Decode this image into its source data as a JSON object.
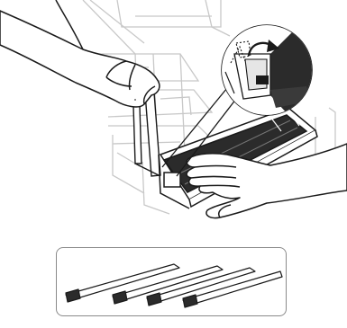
{
  "illustration": {
    "kind": "manual-illustration",
    "subject": "hands-removing-transfer-unit",
    "colors": {
      "line": "#1a1a1a",
      "device_gray": "#c4c4c4",
      "device_dark": "#2b2b2b",
      "skin": "#ffffff"
    }
  },
  "accessory_tray": {
    "item_count": 4,
    "item": "strip-tool"
  }
}
